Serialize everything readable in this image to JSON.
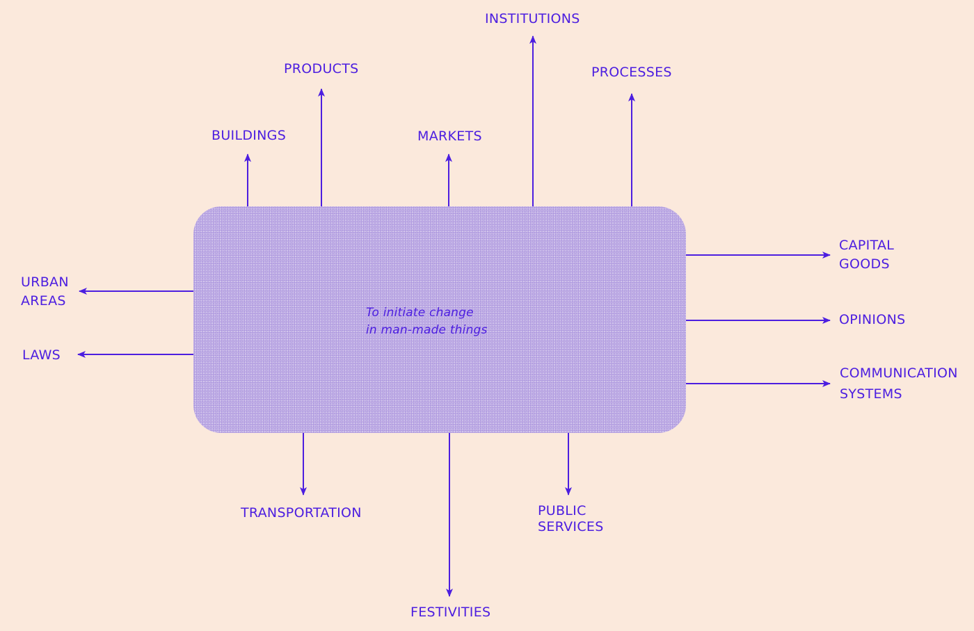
{
  "center": {
    "line1": "To initiate change",
    "line2": "in man-made things"
  },
  "outputs": {
    "buildings": "BUILDINGS",
    "products": "PRODUCTS",
    "markets": "MARKETS",
    "institutions": "INSTITUTIONS",
    "processes": "PROCESSES",
    "capital_goods": [
      "CAPITAL",
      "GOODS"
    ],
    "opinions": "OPINIONS",
    "communication_systems": [
      "COMMUNICATION",
      "SYSTEMS"
    ],
    "urban_areas": [
      "URBAN",
      "AREAS"
    ],
    "laws": "LAWS",
    "transportation": "TRANSPORTATION",
    "festivities": "FESTIVITIES",
    "public_services": [
      "PUBLIC",
      "SERVICES"
    ]
  },
  "colors": {
    "ink": "#4c1ee0",
    "background": "#fbe9dc",
    "hub_fill": "#c4b2e6"
  }
}
